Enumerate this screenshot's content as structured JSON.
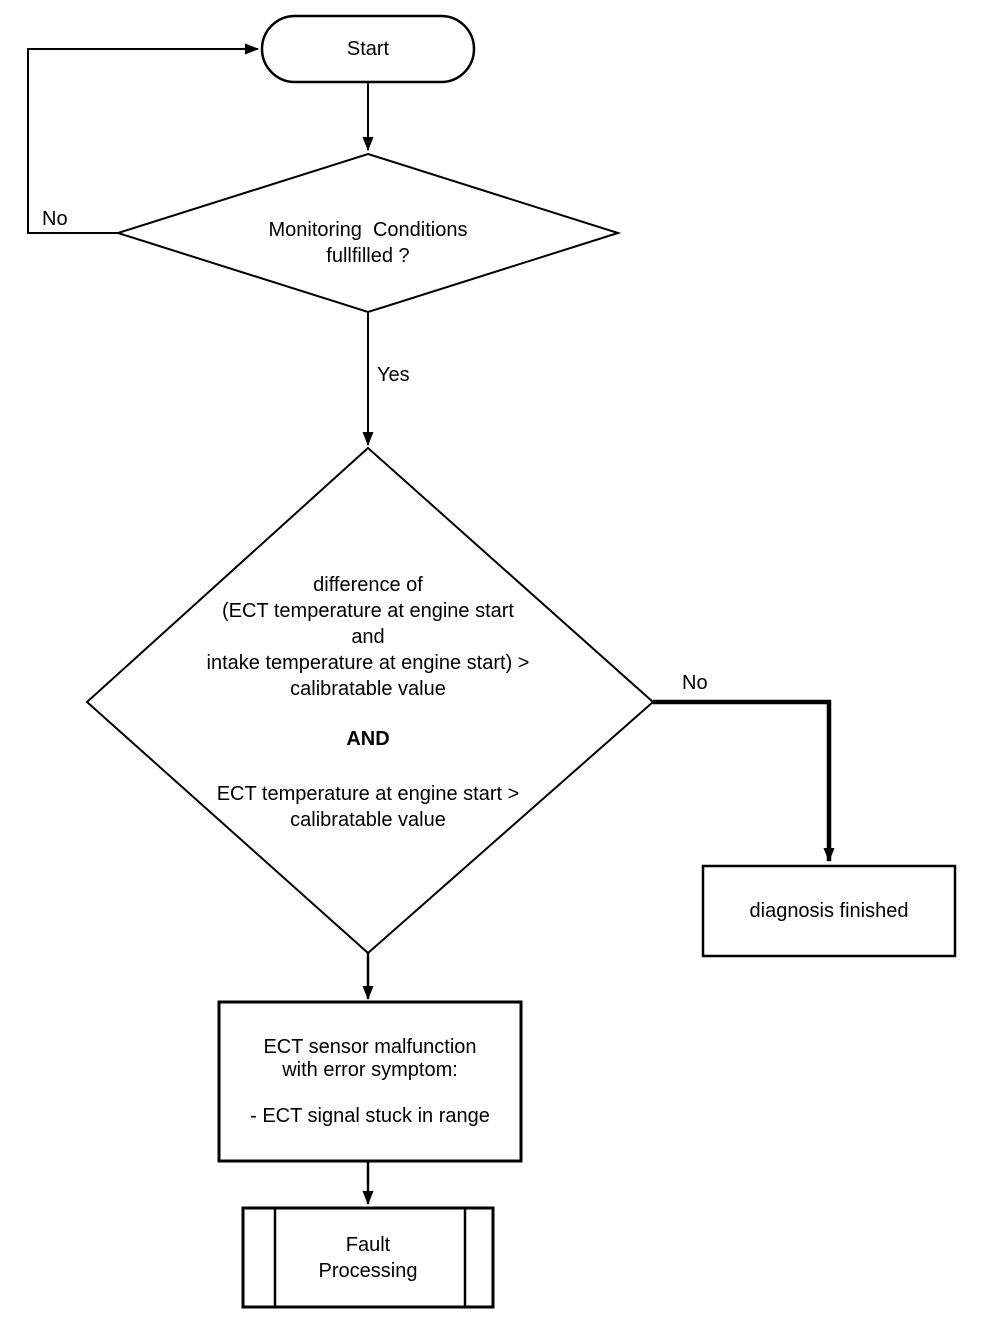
{
  "flowchart": {
    "colors": {
      "background": "#ffffff",
      "line": "#000000",
      "text": "#000000"
    },
    "nodes": {
      "start": {
        "type": "terminator",
        "label": "Start"
      },
      "monitoring_decision": {
        "type": "decision",
        "label": "Monitoring  Conditions\nfullfilled ?"
      },
      "ect_decision": {
        "type": "decision",
        "condition_top": "difference of\n(ECT temperature at engine start\nand\nintake temperature at engine start) >\ncalibratable value",
        "operator": "AND",
        "condition_bottom": "ECT temperature at engine start >\ncalibratable value"
      },
      "diagnosis_finished": {
        "type": "process",
        "label": "diagnosis finished"
      },
      "ect_malfunction": {
        "type": "process",
        "label": "ECT sensor malfunction\nwith error symptom:\n\n- ECT signal stuck in range"
      },
      "fault_processing": {
        "type": "predefined-process",
        "label": "Fault\nProcessing"
      }
    },
    "edge_labels": {
      "monitoring_no": "No",
      "monitoring_yes": "Yes",
      "ect_no": "No"
    }
  }
}
